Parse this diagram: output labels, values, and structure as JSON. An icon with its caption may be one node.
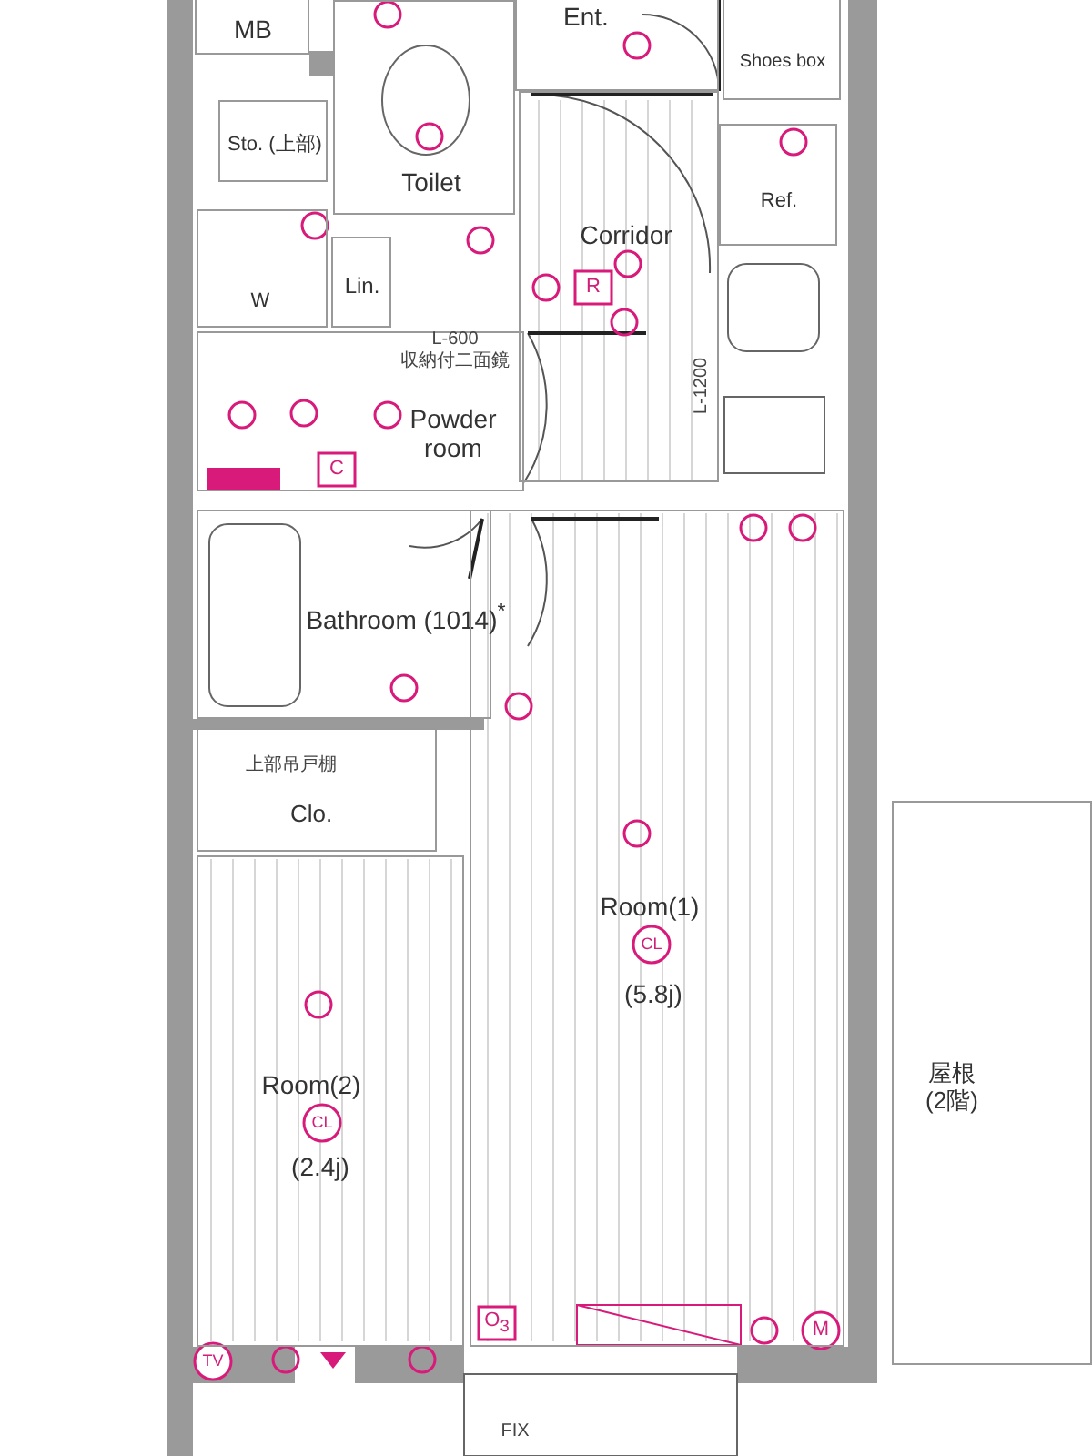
{
  "diagram": {
    "nodes": [
      {
        "text": [
          "MB"
        ]
      },
      {
        "text": [
          "Toilet"
        ]
      },
      {
        "text": [
          "Ent."
        ]
      },
      {
        "text": [
          "Shoes box"
        ]
      },
      {
        "text": [
          "Sto. (上部)"
        ]
      },
      {
        "text": [
          "Ref."
        ]
      },
      {
        "text": [
          "W"
        ]
      },
      {
        "text": [
          "Lin."
        ]
      },
      {
        "text": [
          "Corridor"
        ]
      },
      {
        "text": [
          "Powder room"
        ]
      },
      {
        "text": [
          "Bathroom (1014)$^{*}$"
        ]
      },
      {
        "text": [
          "Clo."
        ]
      },
      {
        "text": [
          "Room(1)",
          "(5.8j)"
        ]
      },
      {
        "text": [
          "Room(2)",
          "(2.4j)"
        ]
      },
      {
        "text": [
          "屋根(2階)"
        ]
      }
    ],
    "labels": [
      "L-600",
      "収納付二面鏡",
      "L-1200",
      "上部吊戸棚",
      "R",
      "C",
      "CL",
      "CL",
      "O$_{3}$",
      "M",
      "TV",
      "FIX"
    ]
  }
}
